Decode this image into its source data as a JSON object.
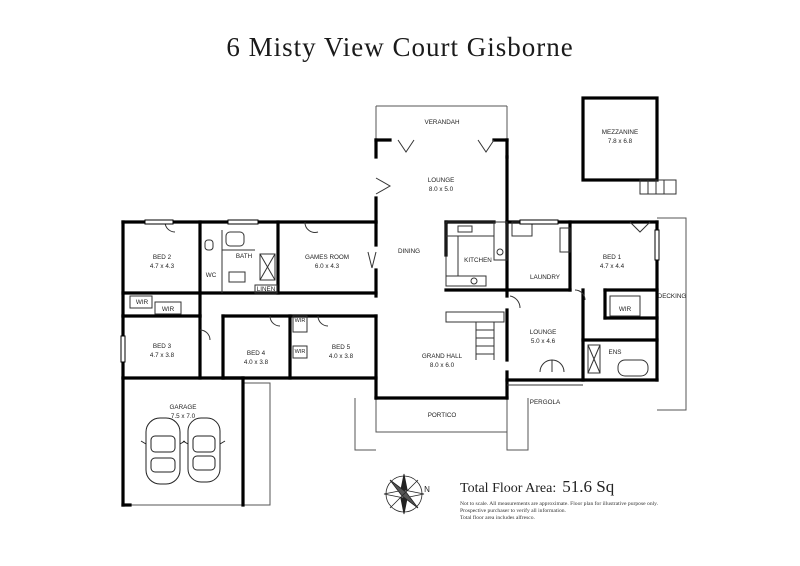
{
  "title": "6 Misty View Court Gisborne",
  "rooms": {
    "verandah": "VERANDAH",
    "mezzanine": "MEZZANINE",
    "mezzanine_size": "7.8 x 6.8",
    "lounge": "LOUNGE",
    "lounge_size": "8.0 x 5.0",
    "bed2": "BED 2",
    "bed2_size": "4.7 x 4.3",
    "bath": "BATH",
    "wc": "WC",
    "linen": "LINEN",
    "games_room": "GAMES ROOM",
    "games_room_size": "6.0 x 4.3",
    "dining": "DINING",
    "kitchen": "KITCHEN",
    "laundry": "LAUNDRY",
    "bed1": "BED 1",
    "bed1_size": "4.7 x 4.4",
    "decking": "DECKING",
    "wir_bed2": "WIR",
    "wir_bed3": "WIR",
    "wir_bed1": "WIR",
    "wir_bed5": "WIR",
    "wir_bed4": "WIR",
    "bed3": "BED 3",
    "bed3_size": "4.7 x 3.8",
    "bed4": "BED 4",
    "bed4_size": "4.0 x 3.8",
    "bed5": "BED 5",
    "bed5_size": "4.0 x 3.8",
    "grand_hall": "GRAND HALL",
    "grand_hall_size": "8.0 x 6.0",
    "lounge2": "LOUNGE",
    "lounge2_size": "5.0 x 4.6",
    "ens": "ENS",
    "pergola": "PERGOLA",
    "portico": "PORTICO",
    "garage": "GARAGE",
    "garage_size": "7.5 x 7.0"
  },
  "compass_letter": "N",
  "floor_area": {
    "label": "Total Floor Area:",
    "value": "51.6 Sq"
  },
  "disclaimer": [
    "Not to scale. All measurements are approximate. Floor plan for illustrative purpose only.",
    "Prospective purchaser to verify all information.",
    "Total floor area includes alfresco."
  ]
}
